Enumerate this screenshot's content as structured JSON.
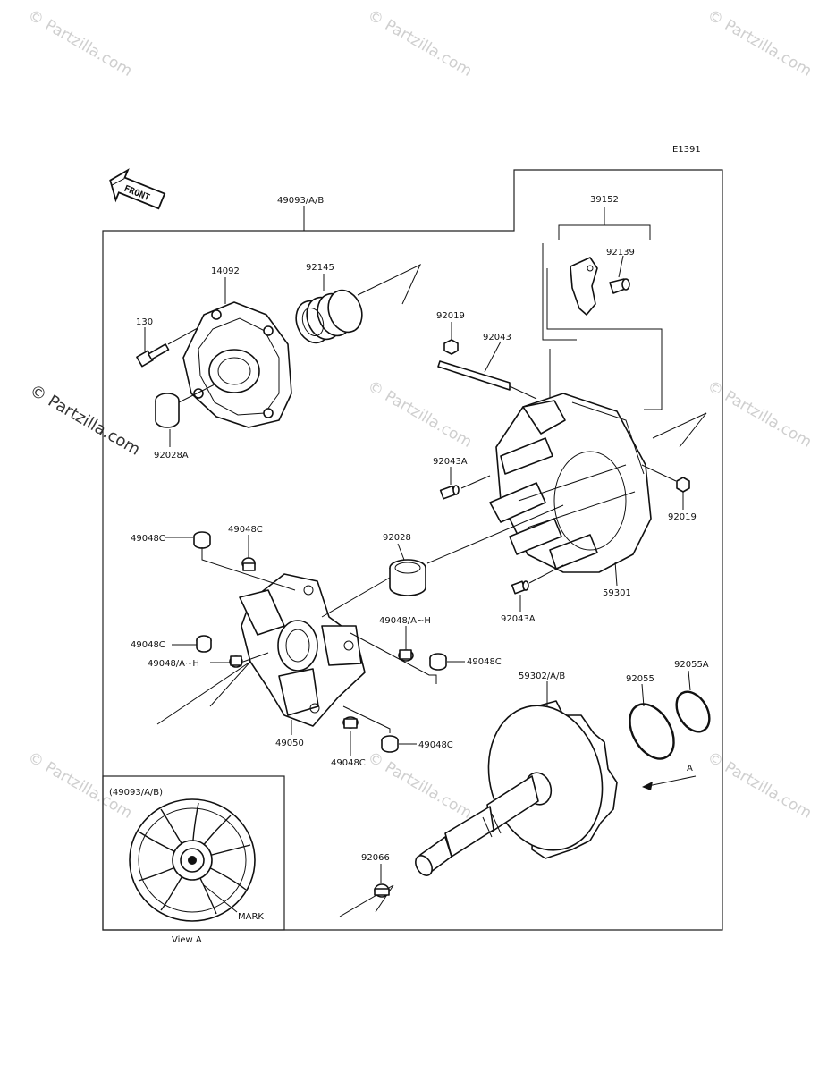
{
  "diagram": {
    "code": "E1391",
    "front_label": "FRONT",
    "watermark": "© Partzilla.com",
    "view_box_title": "(49093/A/B)",
    "view_caption": "View A",
    "mark_label": "MARK",
    "view_arrow_label": "A",
    "parts": [
      {
        "id": "p-49093",
        "label": "49093/A/B"
      },
      {
        "id": "p-39152",
        "label": "39152"
      },
      {
        "id": "p-92139",
        "label": "92139"
      },
      {
        "id": "p-14092",
        "label": "14092"
      },
      {
        "id": "p-92145",
        "label": "92145"
      },
      {
        "id": "p-130",
        "label": "130"
      },
      {
        "id": "p-92019-a",
        "label": "92019"
      },
      {
        "id": "p-92043",
        "label": "92043"
      },
      {
        "id": "p-92028A",
        "label": "92028A"
      },
      {
        "id": "p-92043A-a",
        "label": "92043A"
      },
      {
        "id": "p-92019-b",
        "label": "92019"
      },
      {
        "id": "p-49048C-a",
        "label": "49048C"
      },
      {
        "id": "p-49048C-b",
        "label": "49048C"
      },
      {
        "id": "p-92028",
        "label": "92028"
      },
      {
        "id": "p-59301",
        "label": "59301"
      },
      {
        "id": "p-49048AH-a",
        "label": "49048/A~H"
      },
      {
        "id": "p-92043A-b",
        "label": "92043A"
      },
      {
        "id": "p-49048C-c",
        "label": "49048C"
      },
      {
        "id": "p-49048AH-b",
        "label": "49048/A~H"
      },
      {
        "id": "p-49048C-d",
        "label": "49048C"
      },
      {
        "id": "p-59302",
        "label": "59302/A/B"
      },
      {
        "id": "p-92055",
        "label": "92055"
      },
      {
        "id": "p-92055A",
        "label": "92055A"
      },
      {
        "id": "p-49050",
        "label": "49050"
      },
      {
        "id": "p-49048C-e",
        "label": "49048C"
      },
      {
        "id": "p-49048C-f",
        "label": "49048C"
      },
      {
        "id": "p-92066",
        "label": "92066"
      }
    ]
  }
}
